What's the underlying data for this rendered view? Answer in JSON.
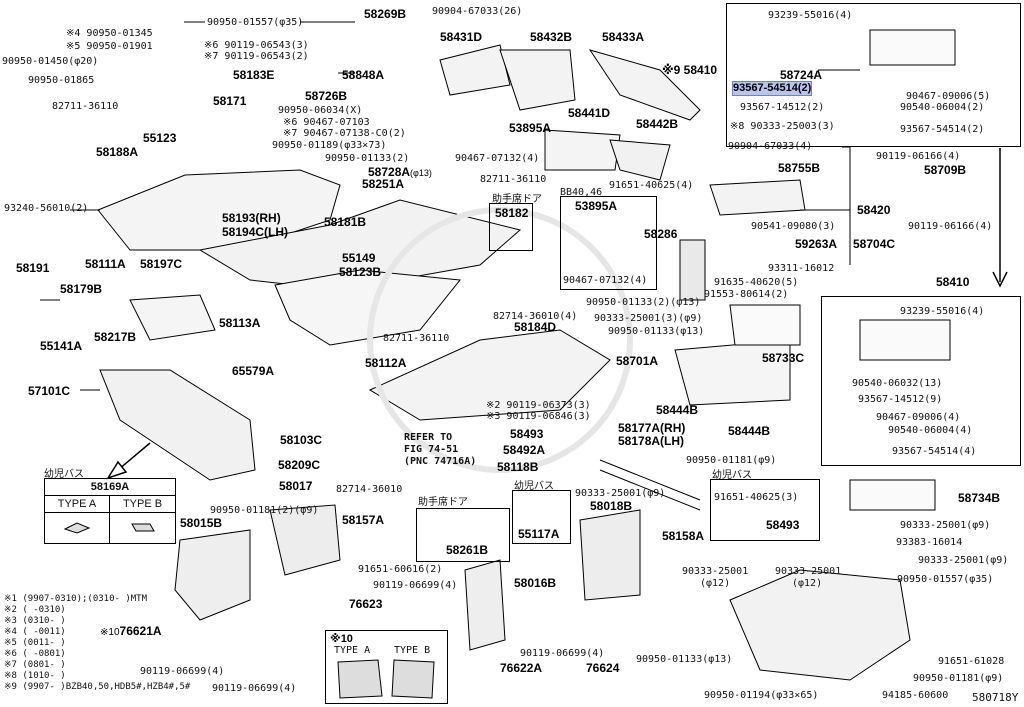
{
  "diagram_id": "580718Y",
  "labels": {
    "p90950_01557_top": "90950-01557(φ35)",
    "n_90950_01345": "※4 90950-01345",
    "n_90950_01901": "※5 90950-01901",
    "p90950_01450": "90950-01450(φ20)",
    "p90950_01865": "90950-01865",
    "p82711_36110_a": "82711-36110",
    "p93240_56010": "93240-56010(2)",
    "p90904_67033_26": "90904-67033(26)",
    "n_90119_06543_3": "※6 90119-06543(3)",
    "n_90119_06543_2": "※7 90119-06543(2)",
    "n_90950_06034": "90950-06034(X)",
    "n_90467_07103": "※6 90467-07103",
    "n_90467_07138": "※7 90467-07138-C0(2)",
    "p90950_01189": "90950-01189(φ33×73)",
    "p90950_01133_2a": "90950-01133(2)",
    "p90467_07132_2": "90467-07132(4)",
    "p82711_36110_b": "82711-36110",
    "p91651_40625_4": "91651-40625(4)",
    "bb40": "BB40,46",
    "p90467_07132_box": "90467-07132(4)",
    "p90904_67033_4": "90904-67033(4)",
    "p90119_06166_a": "90119-06166(4)",
    "p90541_09080": "90541-09080(3)",
    "p90119_06166_b": "90119-06166(4)",
    "p93311_16012": "93311-16012",
    "p91635_40620": "91635-40620(5)",
    "p91553_80614": "91553-80614(2)",
    "p90950_01133_2b": "90950-01133(2)(φ13)",
    "p82714_36010": "82714-36010(4)",
    "p90333_25001_3": "90333-25001(3)(φ9)",
    "p90950_01133_c": "90950-01133(φ13)",
    "p82711_36110_c": "82711-36110",
    "n_90119_06373": "※2 90119-06373(3)",
    "n_90119_06846": "※3 90119-06846(3)",
    "refer": "REFER TO\nFIG 74-51\n(PNC 74716A)",
    "p82714_36010_b": "82714-36010",
    "p90950_01181_2": "90950-01181(2)(φ9)",
    "p90950_01181_b": "90950-01181(φ9)",
    "p91651_40625_3": "91651-40625(3)",
    "p90333_25001_d": "90333-25001(φ9)",
    "p90333_25001_e": "90333-25001(φ9)",
    "p93383_16014": "93383-16014",
    "p90333_25001_f": "90333-25001",
    "p90333_25001_g": "(φ12)",
    "p90333_25001_h": "90333-25001",
    "p90333_25001_i": "(φ12)",
    "p90333_25001_j": "90333-25001(φ9)",
    "p90950_01557_b": "90950-01557(φ35)",
    "p91651_61028": "91651-61028",
    "p90950_01181_c": "90950-01181(φ9)",
    "p94185_60600": "94185-60600",
    "p90950_01194": "90950-01194(φ33×65)",
    "p90950_01133_d": "90950-01133(φ13)",
    "p90119_06699_a": "90119-06699(4)",
    "p90119_06699_b": "90119-06699(4)",
    "p90119_06699_c": "90119-06699(4)",
    "p90119_06699_d": "90119-06699(4)",
    "p91651_60616": "91651-60616(2)",
    "p93239_55016_a": "93239-55016(4)",
    "p90467_09006_5": "90467-09006(5)",
    "p93567_14512_2": "93567-14512(2)",
    "p90540_06004_2": "90540-06004(2)",
    "n_90333_25003": "※8 90333-25003(3)",
    "p93567_54514_2b": "93567-54514(2)",
    "p93567_54514_hl": "93567-54514(2)",
    "p93239_55016_b": "93239-55016(4)",
    "p90540_06032": "90540-06032(13)",
    "p93567_14512_9": "93567-14512(9)",
    "p90467_09006_4": "90467-09006(4)",
    "p90540_06004_4": "90540-06004(4)",
    "p93567_54514_4": "93567-54514(4)",
    "n9_58410": "※9 58410"
  },
  "parts": {
    "a58269B": "58269B",
    "a58431D": "58431D",
    "a58432B": "58432B",
    "a58433A": "58433A",
    "a58183E": "58183E",
    "a58848A": "58848A",
    "a58726B": "58726B",
    "a58171": "58171",
    "a55123": "55123",
    "a58188A": "58188A",
    "a53895A": "53895A",
    "a58441D": "58441D",
    "a58442B": "58442B",
    "a58728A": "58728A",
    "a58251A": "58251A",
    "a58193": "58193(RH)",
    "a58194C": "58194C(LH)",
    "a58181B": "58181B",
    "a58182": "58182",
    "a53895A_b": "53895A",
    "a58286": "58286",
    "a58111A": "58111A",
    "a58197C": "58197C",
    "a55149": "55149",
    "a58123B": "58123B",
    "a58191": "58191",
    "a58179B": "58179B",
    "a55141A": "55141A",
    "a58217B": "58217B",
    "a58113A": "58113A",
    "a58184D": "58184D",
    "a65579A": "65579A",
    "a58112A": "58112A",
    "a57101C": "57101C",
    "a58103C": "58103C",
    "a58493_a": "58493",
    "a58492A": "58492A",
    "a58177A": "58177A(RH)",
    "a58178A": "58178A(LH)",
    "a58209C": "58209C",
    "a58118B": "58118B",
    "a58017": "58017",
    "a58169A": "58169A",
    "a58015B": "58015B",
    "a58157A": "58157A",
    "a58261B": "58261B",
    "a55117A": "55117A",
    "a58018B": "58018B",
    "a58158A": "58158A",
    "a58016B": "58016B",
    "a76623": "76623",
    "a76621A": "76621A",
    "a76622A": "76622A",
    "a76624": "76624",
    "a58410_top": "58410",
    "a58724A": "58724A",
    "a58755B": "58755B",
    "a58709B": "58709B",
    "a58420": "58420",
    "a59263A": "59263A",
    "a58704C": "58704C",
    "a58410": "58410",
    "a58733C": "58733C",
    "a58701A": "58701A",
    "a58444B_a": "58444B",
    "a58444B_b": "58444B",
    "a58734B": "58734B",
    "a58493_b": "58493"
  },
  "jp": {
    "jp1": "助手席ドア",
    "jp2": "幼児バス",
    "jp3": "助手席ドア",
    "jp4": "幼児バス",
    "jp5": "幼児バス"
  },
  "type_table": {
    "title": "58169A",
    "a": "TYPE A",
    "b": "TYPE B"
  },
  "type_table2": {
    "title": "※10",
    "a": "TYPE A",
    "b": "TYPE B"
  },
  "notes": [
    "※1 (9907-0310);(0310-      )MTM",
    "※2 (        -0310)",
    "※3 (0310-        )",
    "※4 (        -0011)",
    "※5 (0011-        )",
    "※6 (        -0801)",
    "※7 (0801-        )",
    "※8 (1010-        )",
    "※9 (9907-     )BZB40,50,HDB5#,HZB4#,5#"
  ]
}
